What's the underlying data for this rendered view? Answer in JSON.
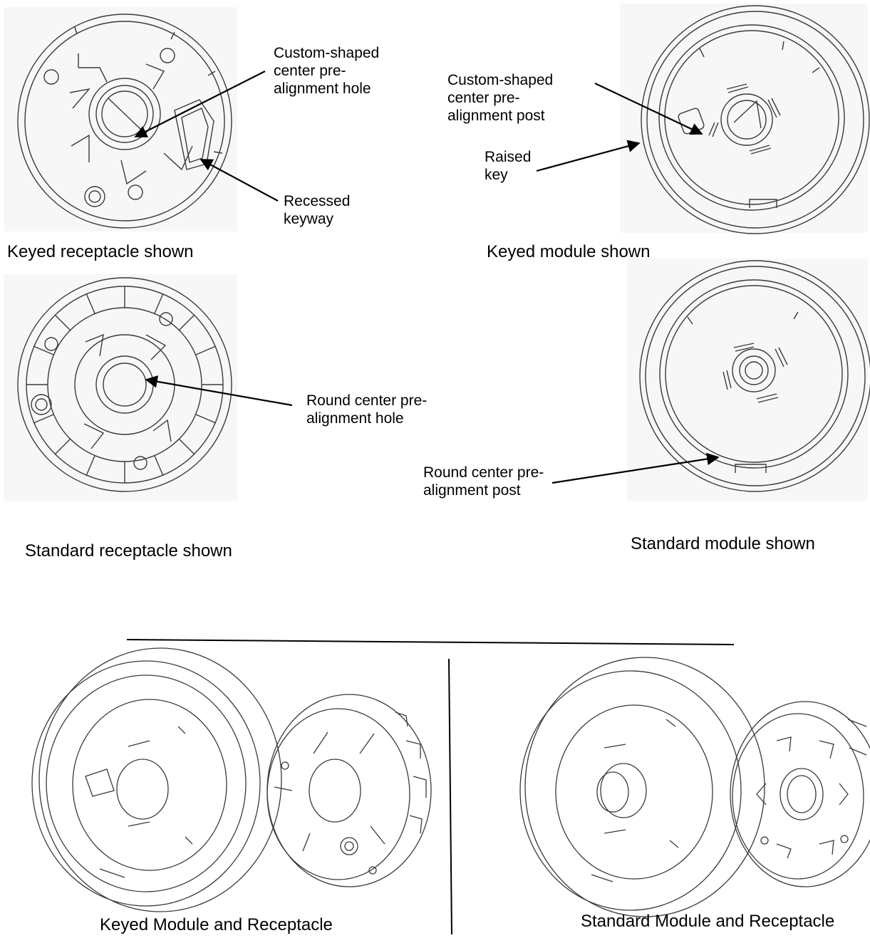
{
  "panels": {
    "keyed_receptacle": {
      "caption": "Keyed receptacle shown",
      "callouts": {
        "center_hole": "Custom-shaped\ncenter pre-\nalignment hole",
        "keyway": "Recessed\nkeyway"
      }
    },
    "keyed_module": {
      "caption": "Keyed module shown",
      "callouts": {
        "center_post": "Custom-shaped\ncenter pre-\nalignment post",
        "raised_key": "Raised\nkey"
      }
    },
    "standard_receptacle": {
      "caption": "Standard receptacle shown",
      "callouts": {
        "round_hole": "Round center pre-\nalignment hole"
      }
    },
    "standard_module": {
      "caption": "Standard module shown",
      "callouts": {
        "round_post": "Round center pre-\nalignment post"
      }
    },
    "keyed_pair": {
      "caption": "Keyed Module and Receptacle"
    },
    "standard_pair": {
      "caption": "Standard Module and Receptacle"
    }
  },
  "colors": {
    "line": "#3a3a3a",
    "panel_bg": "#f7f7f7",
    "ink": "#000000"
  }
}
